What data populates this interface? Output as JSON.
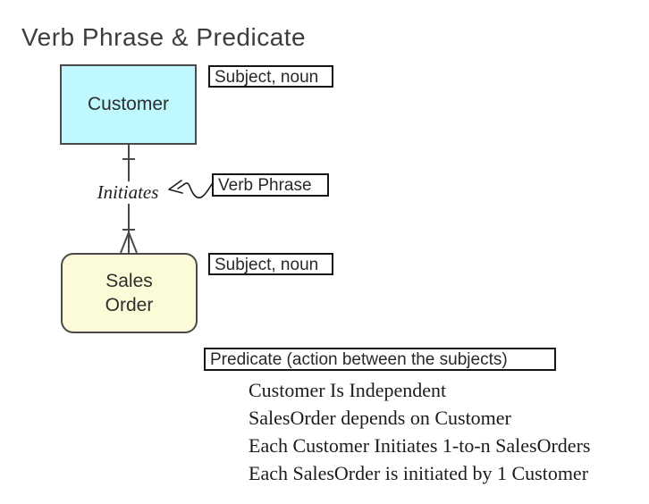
{
  "title": "Verb Phrase & Predicate",
  "entities": {
    "customer": {
      "label": "Customer",
      "fill": "#bff8ff"
    },
    "sales_order": {
      "label_line1": "Sales",
      "label_line2": "Order",
      "fill": "#fbfbd8"
    }
  },
  "relationship": {
    "verb_phrase": "Initiates",
    "customer_end": "one-tick",
    "sales_order_end": "one-tick-with-crow-foot-many"
  },
  "callouts": {
    "subject_noun_top": "Subject, noun",
    "verb_phrase": "Verb Phrase",
    "subject_noun_bottom": "Subject, noun",
    "predicate": "Predicate (action between the subjects)"
  },
  "predicate_lines": [
    "Customer Is Independent",
    "SalesOrder depends on Customer",
    "Each Customer Initiates 1-to-n SalesOrders",
    "Each SalesOrder is initiated by 1 Customer"
  ],
  "colors": {
    "customer_fill": "#bff8ff",
    "sales_order_fill": "#fbfbd8",
    "connector_line": "#4a4a4a",
    "title_text": "#3d3d3d",
    "callout_border": "#161616"
  }
}
